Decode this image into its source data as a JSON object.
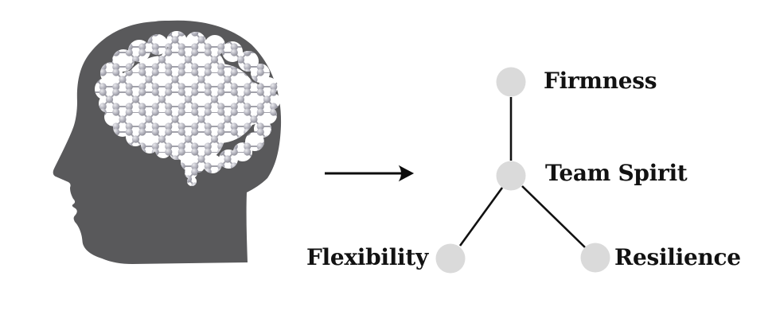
{
  "illustration": {
    "description": "Profile of a human head containing a brain made of a molecular hexagonal lattice",
    "head_color": "#59595b",
    "lattice_sphere_color": "#b6b6c0",
    "lattice_bond_color": "#a2a2ab"
  },
  "arrow": {
    "direction": "right",
    "color": "#0d0d0d"
  },
  "diagram": {
    "node_color": "#dadada",
    "edge_color": "#111111",
    "text_color": "#121212",
    "nodes": [
      {
        "id": "firmness",
        "label": "Firmness"
      },
      {
        "id": "team-spirit",
        "label": "Team Spirit"
      },
      {
        "id": "flexibility",
        "label": "Flexibility"
      },
      {
        "id": "resilience",
        "label": "Resilience"
      }
    ],
    "edges": [
      {
        "from": "team-spirit",
        "to": "firmness"
      },
      {
        "from": "team-spirit",
        "to": "flexibility"
      },
      {
        "from": "team-spirit",
        "to": "resilience"
      }
    ]
  }
}
